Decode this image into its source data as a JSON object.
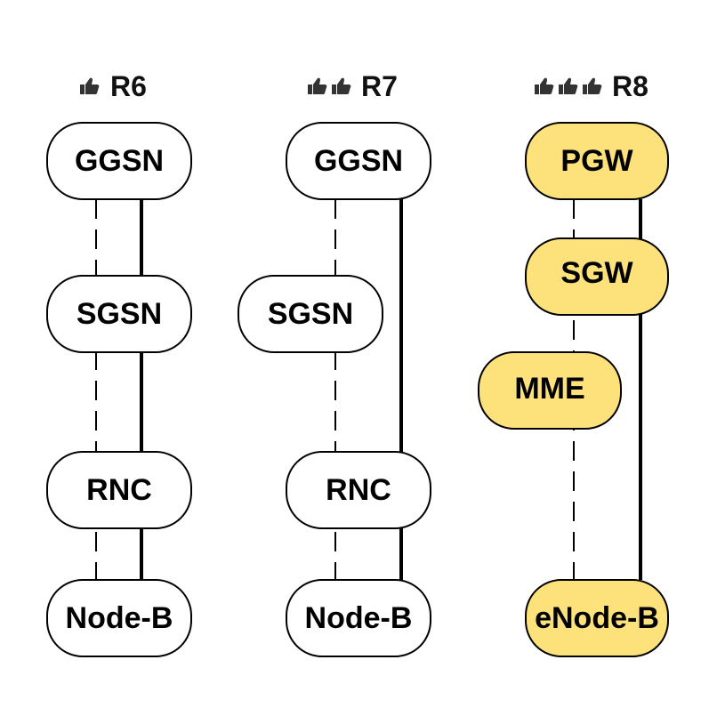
{
  "columns": [
    {
      "release": "R6",
      "thumbs": 1,
      "nodes": [
        "GGSN",
        "SGSN",
        "RNC",
        "Node-B"
      ]
    },
    {
      "release": "R7",
      "thumbs": 2,
      "nodes": [
        "GGSN",
        "SGSN",
        "RNC",
        "Node-B"
      ]
    },
    {
      "release": "R8",
      "thumbs": 3,
      "nodes": [
        "PGW",
        "SGW",
        "MME",
        "eNode-B"
      ]
    }
  ],
  "colors": {
    "default_fill": "#ffffff",
    "lte_fill": "#fde17a",
    "stroke": "#000000"
  },
  "icons": {
    "thumb": "thumbs-up-icon"
  }
}
